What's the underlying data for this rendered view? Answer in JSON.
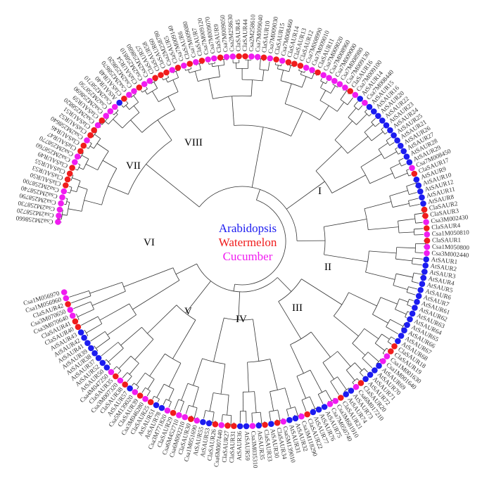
{
  "colors": {
    "Arabidopsis": "#1c1cf0",
    "Watermelon": "#f01c1c",
    "Cucumber": "#f01cf0",
    "branch": "#333333"
  },
  "legend": [
    {
      "label": "Arabidopsis",
      "species": "Arabidopsis"
    },
    {
      "label": "Watermelon",
      "species": "Watermelon"
    },
    {
      "label": "Cucumber",
      "species": "Cucumber"
    }
  ],
  "clades": [
    "I",
    "II",
    "III",
    "IV",
    "V",
    "VI",
    "VII",
    "VIII"
  ],
  "leaves": [
    {
      "label": "Csa2M258660",
      "species": "Cucumber"
    },
    {
      "label": "Csa2M258720",
      "species": "Cucumber"
    },
    {
      "label": "Csa2M258730",
      "species": "Cucumber"
    },
    {
      "label": "Csa2M258790",
      "species": "Cucumber"
    },
    {
      "label": "Csa2M258740",
      "species": "Cucumber"
    },
    {
      "label": "Csa2M258700",
      "species": "Cucumber"
    },
    {
      "label": "ClaSAUR50",
      "species": "Watermelon"
    },
    {
      "label": "ClaSAUR53",
      "species": "Watermelon"
    },
    {
      "label": "ClaSAUR55",
      "species": "Watermelon"
    },
    {
      "label": "ClaSAUR49",
      "species": "Watermelon"
    },
    {
      "label": "Csa2M258760",
      "species": "Cucumber"
    },
    {
      "label": "Csa2M258770",
      "species": "Cucumber"
    },
    {
      "label": "ClaSAUR47",
      "species": "Watermelon"
    },
    {
      "label": "ClaSAUR46",
      "species": "Watermelon"
    },
    {
      "label": "Csa2M258640",
      "species": "Cucumber"
    },
    {
      "label": "ClaSAUR52",
      "species": "Watermelon"
    },
    {
      "label": "ClaSAUR51",
      "species": "Watermelon"
    },
    {
      "label": "Csa2M258820",
      "species": "Cucumber"
    },
    {
      "label": "ClaSAUR59",
      "species": "Watermelon"
    },
    {
      "label": "Csa2M258690",
      "species": "Cucumber"
    },
    {
      "label": "Csa2M258750",
      "species": "Cucumber"
    },
    {
      "label": "Csa2M258710",
      "species": "Cucumber"
    },
    {
      "label": "AtSAUR40",
      "species": "Arabidopsis"
    },
    {
      "label": "ClaSAUR48",
      "species": "Watermelon"
    },
    {
      "label": "Csa2M258670",
      "species": "Cucumber"
    },
    {
      "label": "Csa2M258620",
      "species": "Cucumber"
    },
    {
      "label": "ClaSAUR54",
      "species": "Watermelon"
    },
    {
      "label": "Csa2M258810",
      "species": "Cucumber"
    },
    {
      "label": "Csa2M258680",
      "species": "Cucumber"
    },
    {
      "label": "ClaSAUR57",
      "species": "Watermelon"
    },
    {
      "label": "ClaSAUR58",
      "species": "Watermelon"
    },
    {
      "label": "ClaSAUR60",
      "species": "Watermelon"
    },
    {
      "label": "Csa2M258780",
      "species": "Cucumber"
    },
    {
      "label": "ClaSAUR5",
      "species": "Watermelon"
    },
    {
      "label": "Csa7M009140",
      "species": "Cucumber"
    },
    {
      "label": "ClaSAUR6",
      "species": "Watermelon"
    },
    {
      "label": "Csa7M009080",
      "species": "Cucumber"
    },
    {
      "label": "ClaSAUR7",
      "species": "Watermelon"
    },
    {
      "label": "Csa7M009120",
      "species": "Cucumber"
    },
    {
      "label": "Csa7M009070",
      "species": "Cucumber"
    },
    {
      "label": "ClaSAUR9",
      "species": "Watermelon"
    },
    {
      "label": "Csa7M009050",
      "species": "Cucumber"
    },
    {
      "label": "Csa2M258630",
      "species": "Cucumber"
    },
    {
      "label": "ClaSAUR45",
      "species": "Watermelon"
    },
    {
      "label": "ClaSAUR44",
      "species": "Watermelon"
    },
    {
      "label": "Csa2M258610",
      "species": "Cucumber"
    },
    {
      "label": "Csa7M009040",
      "species": "Cucumber"
    },
    {
      "label": "ClaSAUR10",
      "species": "Watermelon"
    },
    {
      "label": "Csa7M009030",
      "species": "Cucumber"
    },
    {
      "label": "ClaSAUR15",
      "species": "Watermelon"
    },
    {
      "label": "Csa7M008460",
      "species": "Cucumber"
    },
    {
      "label": "ClaSAUR14",
      "species": "Watermelon"
    },
    {
      "label": "ClaSAUR13",
      "species": "Watermelon"
    },
    {
      "label": "ClaSAUR12",
      "species": "Watermelon"
    },
    {
      "label": "Csa7M008990",
      "species": "Cucumber"
    },
    {
      "label": "Csa7M009010",
      "species": "Cucumber"
    },
    {
      "label": "ClaSAUR11",
      "species": "Watermelon"
    },
    {
      "label": "Csa7M009020",
      "species": "Cucumber"
    },
    {
      "label": "Csa7M008960",
      "species": "Cucumber"
    },
    {
      "label": "Csa7M009000",
      "species": "Cucumber"
    },
    {
      "label": "Csa7M008980",
      "species": "Cucumber"
    },
    {
      "label": "Csa7M009130",
      "species": "Cucumber"
    },
    {
      "label": "ClaSAUR16",
      "species": "Watermelon"
    },
    {
      "label": "Csa7M009100",
      "species": "Cucumber"
    },
    {
      "label": "AtSAUR14",
      "species": "Arabidopsis"
    },
    {
      "label": "Csa7M008440",
      "species": "Cucumber"
    },
    {
      "label": "AtSAUR15",
      "species": "Arabidopsis"
    },
    {
      "label": "AtSAUR16",
      "species": "Arabidopsis"
    },
    {
      "label": "AtSAUR20",
      "species": "Arabidopsis"
    },
    {
      "label": "AtSAUR22",
      "species": "Arabidopsis"
    },
    {
      "label": "AtSAUR23",
      "species": "Arabidopsis"
    },
    {
      "label": "AtSAUR24",
      "species": "Arabidopsis"
    },
    {
      "label": "AtSAUR25",
      "species": "Arabidopsis"
    },
    {
      "label": "AtSAUR21",
      "species": "Arabidopsis"
    },
    {
      "label": "AtSAUR26",
      "species": "Arabidopsis"
    },
    {
      "label": "AtSAUR27",
      "species": "Arabidopsis"
    },
    {
      "label": "AtSAUR28",
      "species": "Arabidopsis"
    },
    {
      "label": "AtSAUR29",
      "species": "Arabidopsis"
    },
    {
      "label": "Csa7M008450",
      "species": "Cucumber"
    },
    {
      "label": "ClaSAUR17",
      "species": "Watermelon"
    },
    {
      "label": "AtSAUR9",
      "species": "Arabidopsis"
    },
    {
      "label": "AtSAUR10",
      "species": "Arabidopsis"
    },
    {
      "label": "AtSAUR12",
      "species": "Arabidopsis"
    },
    {
      "label": "AtSAUR11",
      "species": "Arabidopsis"
    },
    {
      "label": "AtSAUR8",
      "species": "Arabidopsis"
    },
    {
      "label": "ClaSAUR2",
      "species": "Watermelon"
    },
    {
      "label": "ClaSAUR3",
      "species": "Watermelon"
    },
    {
      "label": "Csa3M002430",
      "species": "Cucumber"
    },
    {
      "label": "ClaSAUR4",
      "species": "Watermelon"
    },
    {
      "label": "Csa1M050810",
      "species": "Cucumber"
    },
    {
      "label": "ClaSAUR1",
      "species": "Watermelon"
    },
    {
      "label": "Csa1M050800",
      "species": "Cucumber"
    },
    {
      "label": "Csa3M002440",
      "species": "Cucumber"
    },
    {
      "label": "AtSAUR1",
      "species": "Arabidopsis"
    },
    {
      "label": "AtSAUR2",
      "species": "Arabidopsis"
    },
    {
      "label": "AtSAUR3",
      "species": "Arabidopsis"
    },
    {
      "label": "AtSAUR4",
      "species": "Arabidopsis"
    },
    {
      "label": "AtSAUR5",
      "species": "Arabidopsis"
    },
    {
      "label": "AtSAUR6",
      "species": "Arabidopsis"
    },
    {
      "label": "AtSAUR7",
      "species": "Arabidopsis"
    },
    {
      "label": "AtSAUR61",
      "species": "Arabidopsis"
    },
    {
      "label": "AtSAUR62",
      "species": "Arabidopsis"
    },
    {
      "label": "AtSAUR63",
      "species": "Arabidopsis"
    },
    {
      "label": "AtSAUR64",
      "species": "Arabidopsis"
    },
    {
      "label": "AtSAUR65",
      "species": "Arabidopsis"
    },
    {
      "label": "AtSAUR66",
      "species": "Arabidopsis"
    },
    {
      "label": "AtSAUR67",
      "species": "Arabidopsis"
    },
    {
      "label": "AtSAUR68",
      "species": "Arabidopsis"
    },
    {
      "label": "ClaSAUR18",
      "species": "Watermelon"
    },
    {
      "label": "ClaSAUR19",
      "species": "Watermelon"
    },
    {
      "label": "Csa1M001630",
      "species": "Cucumber"
    },
    {
      "label": "Csa1M001640",
      "species": "Cucumber"
    },
    {
      "label": "AtSAUR69",
      "species": "Arabidopsis"
    },
    {
      "label": "AtSAUR70",
      "species": "Arabidopsis"
    },
    {
      "label": "AtSAUR71",
      "species": "Arabidopsis"
    },
    {
      "label": "AtSAUR72",
      "species": "Arabidopsis"
    },
    {
      "label": "ClaSAUR20",
      "species": "Watermelon"
    },
    {
      "label": "Csa6M017210",
      "species": "Cucumber"
    },
    {
      "label": "AtSAUR73",
      "species": "Arabidopsis"
    },
    {
      "label": "AtSAUR74",
      "species": "Arabidopsis"
    },
    {
      "label": "ClaSAUR21",
      "species": "Watermelon"
    },
    {
      "label": "Csa3M681910",
      "species": "Cucumber"
    },
    {
      "label": "Csa7M050740",
      "species": "Cucumber"
    },
    {
      "label": "AtSAUR75",
      "species": "Arabidopsis"
    },
    {
      "label": "AtSAUR76",
      "species": "Arabidopsis"
    },
    {
      "label": "AtSAUR77",
      "species": "Arabidopsis"
    },
    {
      "label": "ClaSAUR22",
      "species": "Watermelon"
    },
    {
      "label": "Csa3M118290",
      "species": "Cucumber"
    },
    {
      "label": "AtSAUR32",
      "species": "Arabidopsis"
    },
    {
      "label": "AtSAUR31",
      "species": "Arabidopsis"
    },
    {
      "label": "Csa5M139010",
      "species": "Cucumber"
    },
    {
      "label": "ClaSAUR34",
      "species": "Watermelon"
    },
    {
      "label": "AtSAUR30",
      "species": "Arabidopsis"
    },
    {
      "label": "ClaSAUR33",
      "species": "Watermelon"
    },
    {
      "label": "AtSAUR35",
      "species": "Arabidopsis"
    },
    {
      "label": "Csa3M035310",
      "species": "Cucumber"
    },
    {
      "label": "AtSAUR59",
      "species": "Arabidopsis"
    },
    {
      "label": "AtSAUR36",
      "species": "Arabidopsis"
    },
    {
      "label": "ClaSAUR31",
      "species": "Watermelon"
    },
    {
      "label": "ClaSAUR27",
      "species": "Watermelon"
    },
    {
      "label": "Csa6M007440",
      "species": "Cucumber"
    },
    {
      "label": "ClaSAUR26",
      "species": "Watermelon"
    },
    {
      "label": "AtSAUR53",
      "species": "Arabidopsis"
    },
    {
      "label": "AtSAUR55",
      "species": "Arabidopsis"
    },
    {
      "label": "Csa1M051690",
      "species": "Cucumber"
    },
    {
      "label": "ClaSAUR30",
      "species": "Watermelon"
    },
    {
      "label": "Csa6M092210",
      "species": "Cucumber"
    },
    {
      "label": "Csa6M452710",
      "species": "Cucumber"
    },
    {
      "label": "ClaSAUR29",
      "species": "Watermelon"
    },
    {
      "label": "Csa3M771820",
      "species": "Cucumber"
    },
    {
      "label": "AtSAUR78",
      "species": "Arabidopsis"
    },
    {
      "label": "AtSAUR51",
      "species": "Arabidopsis"
    },
    {
      "label": "ClaSAUR25",
      "species": "Watermelon"
    },
    {
      "label": "Csa3M046280",
      "species": "Cucumber"
    },
    {
      "label": "ClaSAUR39",
      "species": "Watermelon"
    },
    {
      "label": "Csa5M139020",
      "species": "Cucumber"
    },
    {
      "label": "AtSAUR57",
      "species": "Arabidopsis"
    },
    {
      "label": "ClaSAUR38",
      "species": "Watermelon"
    },
    {
      "label": "Csa3M007320",
      "species": "Cucumber"
    },
    {
      "label": "ClaSAUR35",
      "species": "Watermelon"
    },
    {
      "label": "Csa4M047250",
      "species": "Cucumber"
    },
    {
      "label": "AtSAUR50",
      "species": "Arabidopsis"
    },
    {
      "label": "AtSAUR52",
      "species": "Arabidopsis"
    },
    {
      "label": "AtSAUR37",
      "species": "Arabidopsis"
    },
    {
      "label": "AtSAUR38",
      "species": "Arabidopsis"
    },
    {
      "label": "AtSAUR39",
      "species": "Arabidopsis"
    },
    {
      "label": "AtSAUR41",
      "species": "Arabidopsis"
    },
    {
      "label": "AtSAUR42",
      "species": "Arabidopsis"
    },
    {
      "label": "AtSAUR43",
      "species": "Arabidopsis"
    },
    {
      "label": "ClaSAUR40",
      "species": "Watermelon"
    },
    {
      "label": "ClaSAUR41",
      "species": "Watermelon"
    },
    {
      "label": "Csa3M070640",
      "species": "Cucumber"
    },
    {
      "label": "Csa3M070650",
      "species": "Cucumber"
    },
    {
      "label": "ClaSAUR42",
      "species": "Watermelon"
    },
    {
      "label": "Csa1M056960",
      "species": "Cucumber"
    },
    {
      "label": "Csa1M056970",
      "species": "Cucumber"
    }
  ]
}
